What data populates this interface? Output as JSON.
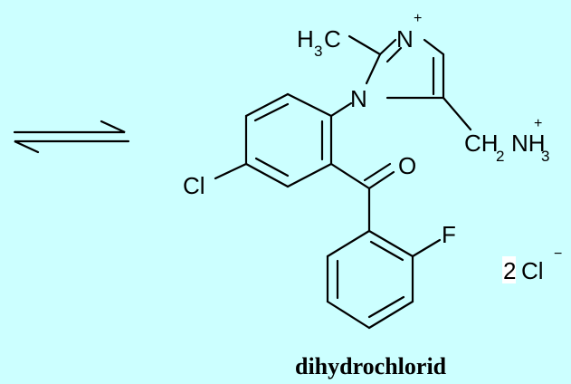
{
  "labels": {
    "h": "H",
    "three": "3",
    "c": "C",
    "n_imine": "N",
    "n_ring": "N",
    "plus": "+",
    "ch": "CH",
    "two": "2",
    "nh": "NH",
    "o": "O",
    "cl": "Cl",
    "f": "F",
    "counterion_count": "2",
    "counterion": "Cl",
    "minus": "−"
  },
  "caption": "dihydrochlorid",
  "colors": {
    "background": "#ccffff",
    "ink": "#000000",
    "label_backdrop": "#ffffff"
  }
}
